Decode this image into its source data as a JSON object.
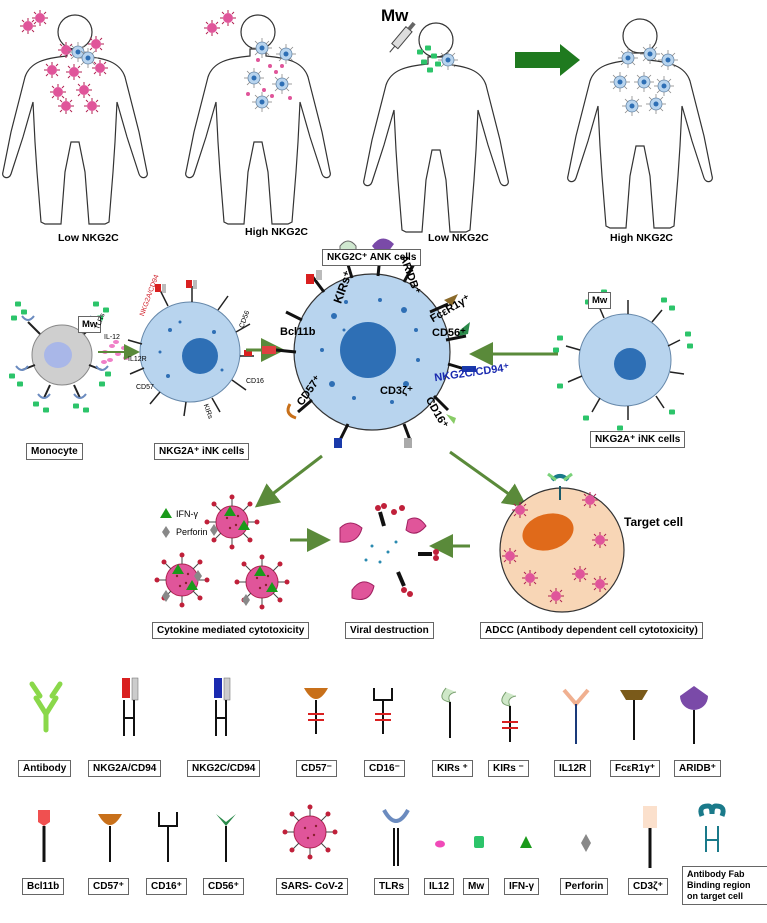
{
  "top_panel": {
    "mw_label": "Mw",
    "figure_labels": [
      "Low NKG2C",
      "High NKG2C",
      "Low NKG2C",
      "High NKG2C"
    ]
  },
  "middle_panel": {
    "title": "NKG2C⁺ ANK cells",
    "monocyte_label": "Monocyte",
    "inkcells_left_label": "NKG2A⁺ iNK cells",
    "inkcells_right_label": "NKG2A⁺ iNK cells",
    "mw_box": "Mw",
    "mw_box_right": "Mw",
    "il12": "IL-12",
    "il12r": "IL12R",
    "tlrs_small": "TLRs",
    "nkg2a_small": "NKG2A/CD94",
    "cd56_small": "CD56",
    "cd57_small": "CD57",
    "cd16_small": "CD16",
    "kirs_small": "KIRs",
    "center_labels": {
      "kirs": "KIRs⁺",
      "aridb": "ARIDB⁺",
      "fcer": "FcεR1γ⁺",
      "cd56": "CD56⁺",
      "nkg2c": "NKG2C/CD94⁺",
      "cd16": "CD16⁺",
      "cd3": "CD3ζ⁺",
      "cd57": "CD57⁺",
      "bcl11b": "Bcl11b"
    }
  },
  "effects": {
    "ifn_label": "IFN-γ",
    "perforin_label": "Perforin",
    "cytokine_box": "Cytokine mediated cytotoxicity",
    "viral_box": "Viral destruction",
    "adcc_box": "ADCC (Antibody dependent cell cytotoxicity)",
    "target_cell": "Target cell"
  },
  "legend_row1": [
    "Antibody",
    "NKG2A/CD94",
    "NKG2C/CD94",
    "CD57⁻",
    "CD16⁻",
    "KIRs ⁺",
    "KIRs ⁻",
    "IL12R",
    "FcεR1γ⁺",
    "ARIDB⁺"
  ],
  "legend_row2": [
    "Bcl11b",
    "CD57⁺",
    "CD16⁺",
    "CD56⁺",
    "SARS- CoV-2",
    "TLRs",
    "IL12",
    "Mw",
    "IFN-γ",
    "Perforin",
    "CD3ζ⁺",
    "Antibody Fab Binding region on target cell"
  ],
  "colors": {
    "arrow_green": "#5a8a3a",
    "big_arrow": "#1f7a1f",
    "cell_blue": "#b8d4ee",
    "nucleus_blue": "#2e6fb5",
    "virus_pink": "#e0559a",
    "target_cell": "#f8d6b6",
    "target_nucleus": "#e06a1a"
  }
}
